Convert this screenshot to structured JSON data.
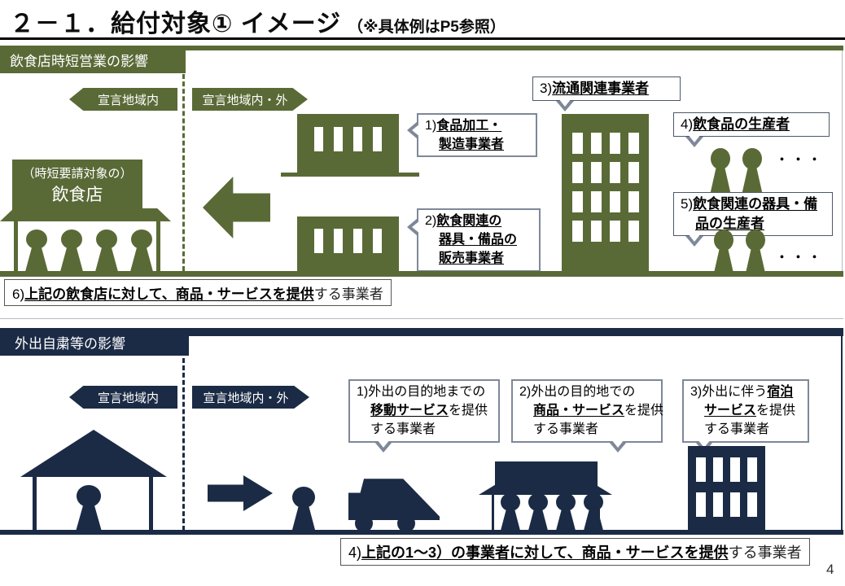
{
  "page": {
    "title_main": "２－１．給付対象① イメージ",
    "title_note": "（※具体例はP5参照）",
    "page_number": "4"
  },
  "colors": {
    "green": "#5a6a36",
    "navy": "#1b2b45"
  },
  "icons": {
    "restaurant-icon": "css-shape awning + persons",
    "person-icon": "css-shape keyhole silhouette",
    "factory-building-icon": "css-shape block with window bars",
    "distribution-building-icon": "css-shape tall block with window grid",
    "house-icon": "css-shape triangle roof + posts",
    "car-icon": "css-shape van silhouette + wheels",
    "shop-icon": "css-shape roof + persons",
    "hotel-building-icon": "css-shape block with window grid",
    "block-arrow-left-icon": "css-shape",
    "block-arrow-right-icon": "css-shape"
  },
  "s1": {
    "header": "飲食店時短営業の影響",
    "zone_in": "宣言地域内",
    "zone_inout": "宣言地域内・外",
    "sign1": "（時短要請対象の）",
    "sign2": "飲食店",
    "c1p": "1)",
    "c1a": "食品加工・",
    "c1b": "製造事業者",
    "c2p": "2)",
    "c2a": "飲食関連の",
    "c2b": "器具・備品の",
    "c2c": "販売事業者",
    "c3p": "3)",
    "c3a": "流通関連事業者",
    "c4p": "4)",
    "c4a": "飲食品の生産者",
    "c5p": "5)",
    "c5a": "飲食関連の器具・備",
    "c5b": "品の生産者",
    "dots": "・・・",
    "c6p": "6)",
    "c6a": "上記の飲食店に対して、商品・サービスを提供",
    "c6b": "する事業者"
  },
  "s2": {
    "header": "外出自粛等の影響",
    "zone_in": "宣言地域内",
    "zone_inout": "宣言地域内・外",
    "c1p": "1)",
    "c1a": "外出の目的地までの",
    "c1b": "移動サービス",
    "c1c": "を提供",
    "c1d": "する事業者",
    "c2p": "2)",
    "c2a": "外出の目的地での",
    "c2b": "商品・サービス",
    "c2c": "を提供",
    "c2d": "する事業者",
    "c3p": "3)",
    "c3a": "外出に伴う",
    "c3b": "宿泊",
    "c3c": "サービス",
    "c3d": "を提供",
    "c3e": "する事業者",
    "c4p": "4)",
    "c4a": "上記の1～3）の事業者に対して、商品・サービスを提供",
    "c4b": "する事業者"
  }
}
